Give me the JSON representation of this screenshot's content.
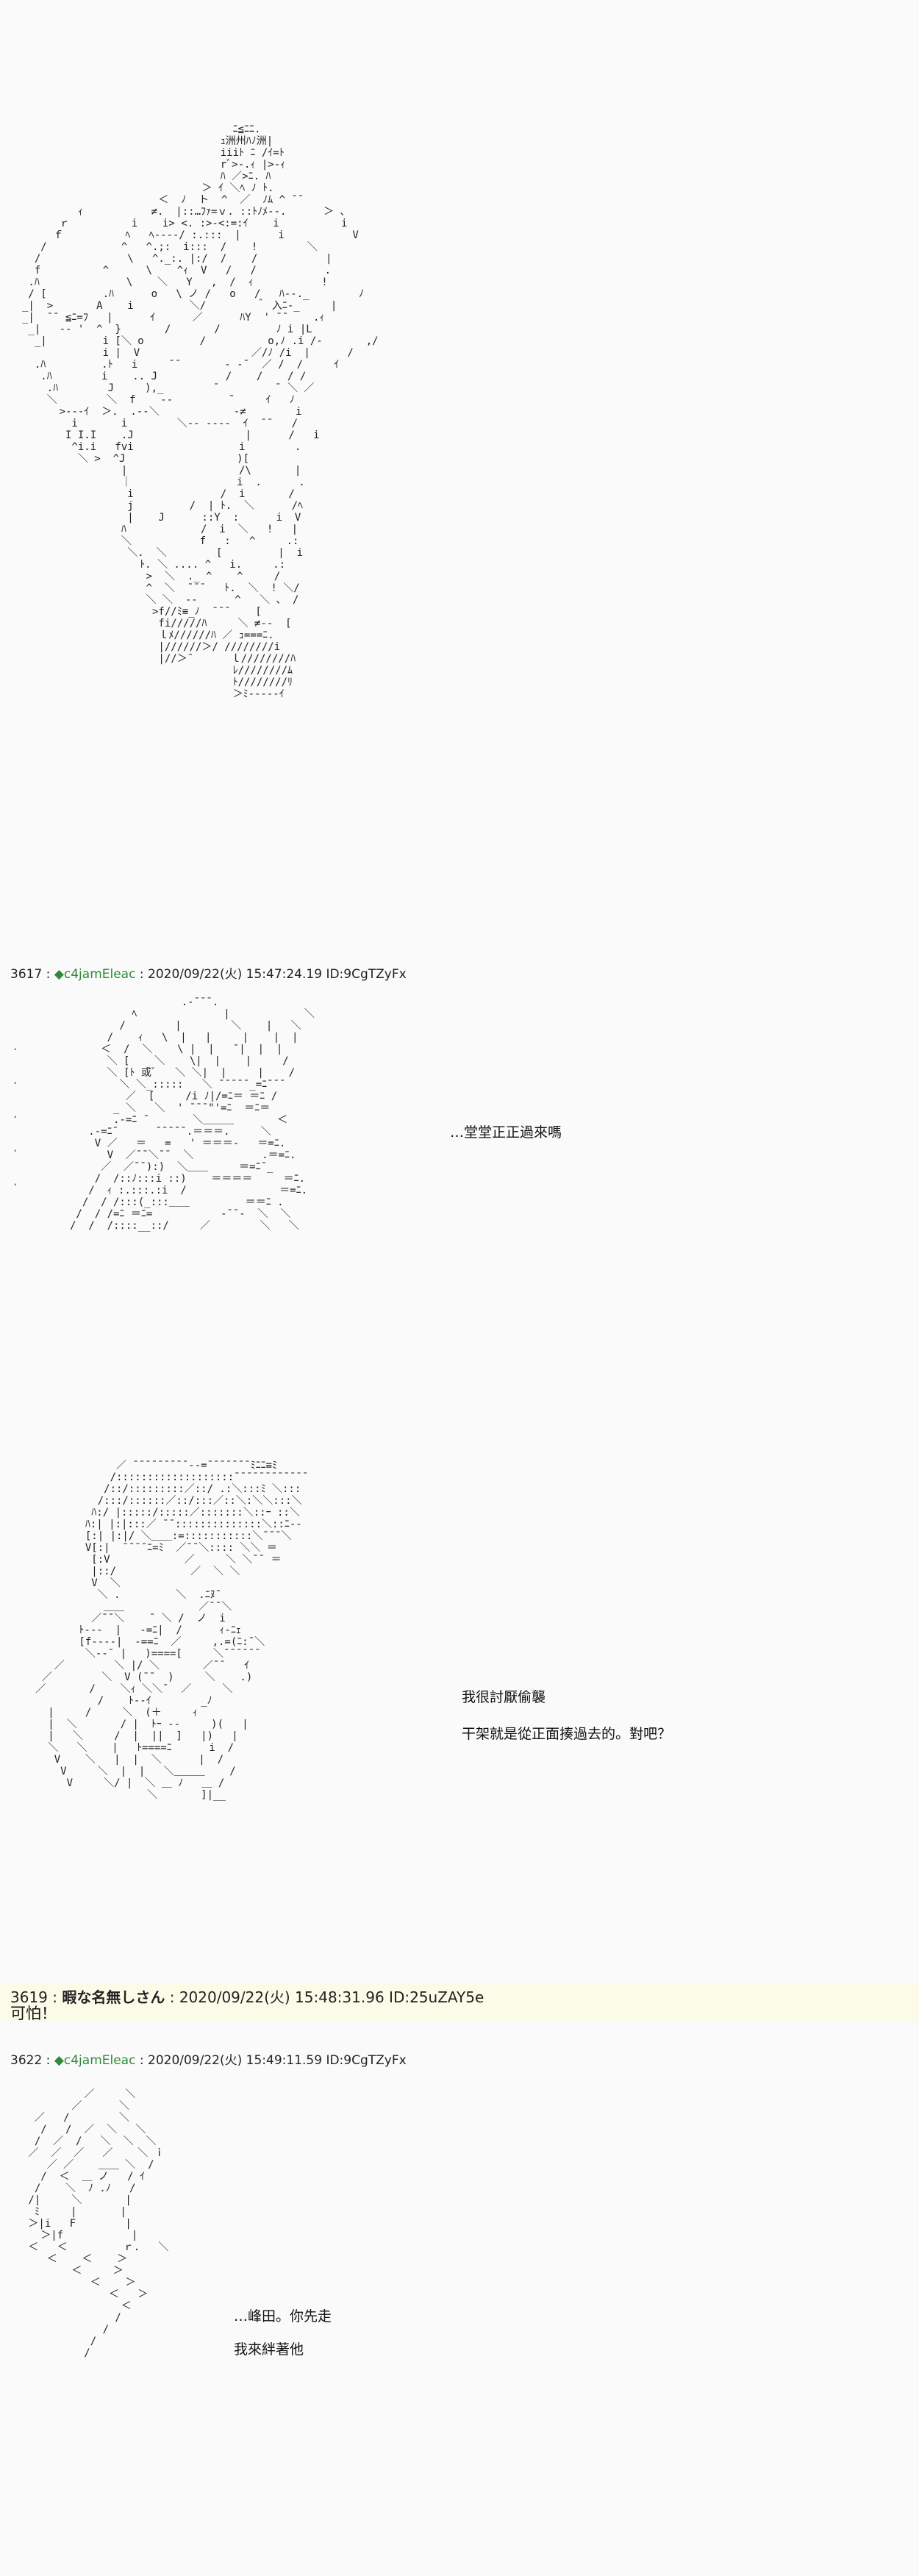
{
  "posts": [
    {
      "number": "3617",
      "mark": "◆",
      "name": "c4jamEleac",
      "date": "2020/09/22(火) 15:47:24.19",
      "id": "ID:9CgTZyFx"
    },
    {
      "number": "3619",
      "name": "暇な名無しさん",
      "date": "2020/09/22(火) 15:48:31.96",
      "id": "ID:25uZAY5e",
      "body": "可怕！"
    },
    {
      "number": "3622",
      "mark": "◆",
      "name": "c4jamEleac",
      "date": "2020/09/22(火) 15:49:11.59",
      "id": "ID:9CgTZyFx"
    }
  ],
  "dialogue": {
    "line1": "…堂堂正正過來嗎",
    "line2": "我很討厭偷襲",
    "line3": "干架就是從正面揍過去的。對吧？",
    "line4": "…峰田。你先走",
    "line5": "我來絆著他"
  },
  "art": {
    "figure1": "                                  ﾆ≦ﾆﾆ.\n                                ｭ洲州ﾊﾉ洲|\n                                iiiﾄ ﾆ /ｲ=ﾄ\n                                rﾞ>-.ｨ |>-ｨ\n                                ﾊ ／>ﾆ. ﾊ\n                             ＞ ｲ ＼ﾍ ﾉ ﾄ.\n                      ＜  ﾉ  ト  ^  ／  ﾉﾑ ^ ¯¯\n         ｨ           ≠.  |::…ﾌｧ=ｖ. ::ﾄﾉﾒ--.      ＞ 、\n      ｒ          i    i> <. :>-<:=:ｲ    i          i\n     ｆ          ﾍ   ﾍ----/ :.:::  |      i           V\n   /            ^   ^.;:  i:::  /    !        ＼\n  /              \\   ^._:. |:/  /    /           |\n  f          ^      \\    ^ｨ  V   /   /           .\n .ﾊ              \\    ＼   Y   ,  /  ｨ           !\n / [         .ﾊ      o   \\ ノ /   o   /   ﾊ--._        ﾉ\n_|  >       A    i         ＼/        ＾ 入ﾆ-_     |\n_|  ¯¯ ≦ﾆ=ﾌ   |      ｲ      ／      ﾊY  ' ¯¯    .ｨ\n _|   -- '  ^  }       /       /         ﾉ i |L\n  _|         i [＼ o         /          o,ﾉ .i /-       ,/\n             i |  V                  ／/ﾉ /i  |      /\n  .ﾊ         .ﾄ   i     ¯¯       - -¯  ／ /  /     ｲ\n   .ﾊ        i    .. J           /    /    / /\n    .ﾊ        J     ),_        ¯         ¯ ＼ ／\n    ＼        ＼  f    --         ¯     ｲ   ﾉ\n      >---ｲ  ＞.  .--＼            -≠        i\n        i       i        ＼-- ----  ｲ  ¯¯   /\n       I I.I    .J                  |      /   i\n        ^i.i   fvi                 i        .\n         ＼ >  ^J                  )[\n                |                  /\\       |\n                ｜                 i  .      .\n                 i              /  i       /\n                 j         /  | ﾄ.  ＼      /ﾍ\n                 |    J      ::Y  :      i  V\n                ﾊ            /  i  ＼   !   |\n                ＼           f   :   ^     .:\n                 ＼.  ＼        [         |  i\n                   ﾄ. ＼ .... ^   i.     .:\n                    >  ＼  ._ ^    ^     /\n                    ^  ＼  ¯¯¯   ﾄ.  ＼  ! ＼/\n                    ＼ ＼  --      ^   ＼ 、 /\n                     >f//ﾐ≡_ﾉ  ¯¯¯    [\n                      fi/////ﾊ     ＼ ≠--  [\n                      ｌﾒ//////ﾊ ／ ｭ===ﾆ.\n                      |//////＞/ ////////i\n                      |//＞¯      ｌ////////ﾊ\n                                  ﾚ////////ﾑ\n                                  ﾄ////////ﾘ\n                                  ＞ﾐ-----ｲ",
    "figure2": "                  .-¯¯¯.\n          ﾍ              |            ＼\n        /        |        ＼    |   ＼\n      /    ｨ   \\  |   |     |    |  |\n     ＜  /  ＼    \\ |  |   ¯|  |  |\n      ＼ [    ＼    \\|  |    |     /\n      ＼ [ﾄ 或ﾞ   ＼ ＼|  |     |    /\n        ＼ ＼_:::::   ＼ ¯¯¯¯¯_=ﾆ¯¯¯\n         ／  [     /i ﾉ|/=ﾆ＝ ＝ﾆ /\n       _ ＼   ＼  ' ¯¯¯\"'=ﾆ  ＝ﾆ＝\n       .-=ﾆ ¯       ＼＿＿＿       ＜\n   .-=ﾆ¯      ¯¯¯¯¯.＝＝＝.     ＼\n    V ／   ＝   =   ' ＝＝＝-   ＝=ﾆ.\n      V  ／¯¯＼¯¯  ＼           .＝=ﾆ.\n     ／  ／¯¯):)  ＼＿＿     ＝=ﾆ¯_\n    /  /::ﾉ:::i ::)    ＝＝＝＝     ＝ﾆ.\n   /  ｨ :.:::.:i  /               ＝=ﾆ.\n  /  / /:::(_:::＿＿         ＝＝ﾆ .\n /  / /=ﾆ ＝ﾆ=           -¯¯-  ＼  ＼\n/  /  /::::__::/     ／        ＼   ＼",
    "figure3": "              ／ ¯¯¯¯¯¯¯¯¯--=¯¯¯¯¯¯¯ﾐﾆﾆ≡ﾐ\n             /:::::::::::::::::::¯¯¯¯¯¯¯¯¯¯¯¯\n            /::/:::::::::／::/ .:＼:::ﾐ ＼:::\n           /:::/::::::／::/:::／::＼:＼＼:::＼\n          ﾊ:/ |:::::/:::::／:::::::＼::ｰ ::＼\n         ﾊ:| |:|:::／ ¯¯::::::::::::::＼::ﾆ--\n         [:| |:|/ ＼＿＿:=:::::::::::＼¯¯¯＼\n         V[:|  ¯¯¯¯ﾆ=ﾐ  ／¯¯＼:::: ＼＼ ＝\n          [:V            ／     ＼ ＼¯¯ ＝\n          |::/            ／  ＼ ＼\n          V  ＼                    \n           ＼ .         ＼  .ﾆﾇ¯\n            ＿＿            ／¯¯＼\n          ／¯¯＼    ¯ ＼ /  ノ  i\n        ﾄ---  |   -=ﾆ|  /      ｨ-ﾆｪ\n        [f----|  -==ﾆ  ／     ,.=(ﾆ:¯＼  \n         ＼--¯ |   )====[     ＼¯¯¯¯¯¯\n    ／        ＼ |/ ＼       ／¯¯   ｲ\n  ／        ＼  V (¯¯  )     ＼    .)\n ／       /    ＼ｨ ＼＼¯  ／     ＼\n           /    ﾄ--ｲ        _ﾉ\n   |     /     ＼  (＋     ｨ\n   |  ＼       / |  ﾄｰ --     )(   |\n   |   ＼     /  |  ||  ]   |)   |\n   ＼   ＼    |   ﾄ====ﾆ      i  /\n    V    ＼   |  |  ＼      |  /\n     V     ＼  |  |   ＼＿＿＿    /\n      V     ＼/ |  ＼ ＿ ﾉ   ＿ /\n                   ＼       ]|__",
    "figure4": "          ／     ＼\n        ／      ＼\n  ／   /        ＼\n   /   /  ／  ＼   ＼\n  /  ／  /   ＼  ＼  ＼\n ／  ／  ／   ／    ＼ ｉ\n    ／ ／    ＿＿ ＼  /\n   /  ＜  ＿ ノ   / ｲ\n  /    ＼  ﾉ .ﾉ   /\n /|     ＼       |\n  ﾐ     |       |\n ＞|i   F        |\n   ＞|f           |\n ＜   ＜         ｒ.   ＼\n    ＜    ＜    ＞\n        ＜     ＞\n           ＜    ＞\n              ＜   ＞\n                ＜\n               /\n             /\n           /\n          /"
  }
}
